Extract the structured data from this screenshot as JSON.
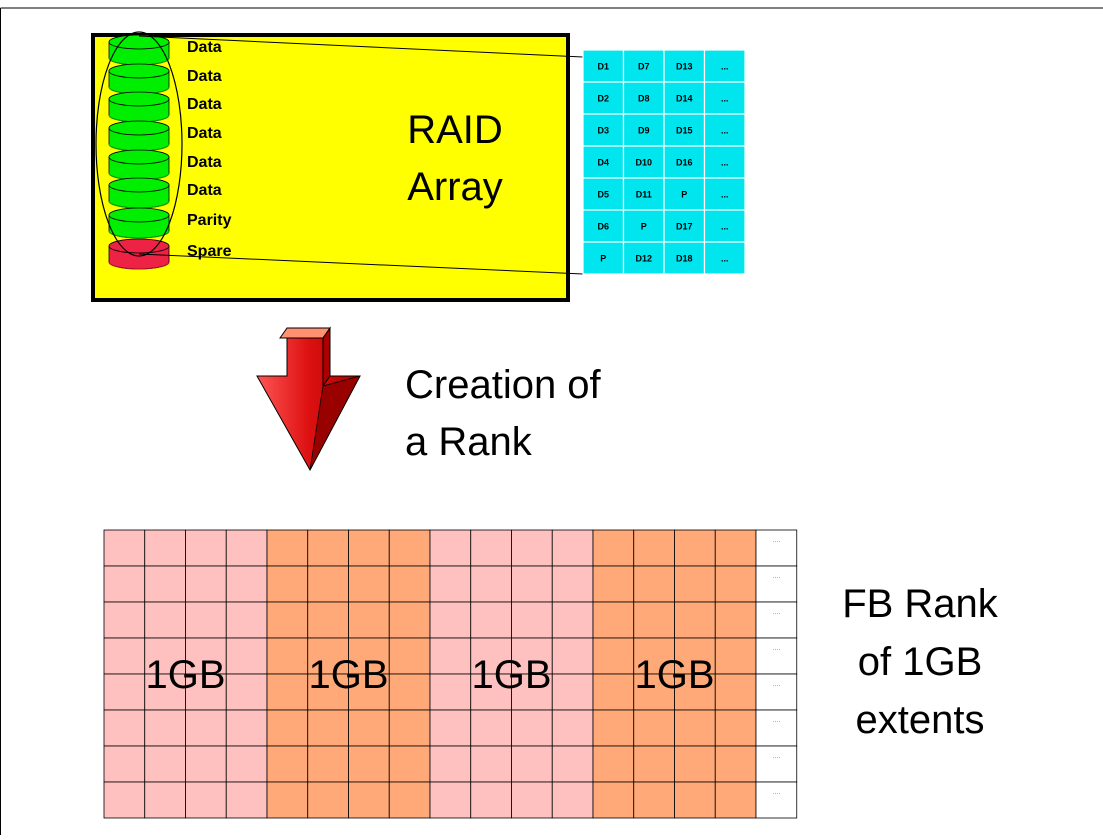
{
  "raid_array": {
    "label_line1": "RAID",
    "label_line2": "Array",
    "fill_color": "#ffff00",
    "disks": [
      {
        "label": "Data",
        "color": "#00ee00"
      },
      {
        "label": "Data",
        "color": "#00ee00"
      },
      {
        "label": "Data",
        "color": "#00ee00"
      },
      {
        "label": "Data",
        "color": "#00ee00"
      },
      {
        "label": "Data",
        "color": "#00ee00"
      },
      {
        "label": "Data",
        "color": "#00ee00"
      },
      {
        "label": "Parity",
        "color": "#00ee00"
      },
      {
        "label": "Spare",
        "color": "#ee2244"
      }
    ]
  },
  "stripe_table": {
    "fill_color": "#00e5ee",
    "rows": [
      [
        "D1",
        "D7",
        "D13",
        "..."
      ],
      [
        "D2",
        "D8",
        "D14",
        "..."
      ],
      [
        "D3",
        "D9",
        "D15",
        "..."
      ],
      [
        "D4",
        "D10",
        "D16",
        "..."
      ],
      [
        "D5",
        "D11",
        "P",
        "..."
      ],
      [
        "D6",
        "P",
        "D17",
        "..."
      ],
      [
        "P",
        "D12",
        "D18",
        "..."
      ]
    ]
  },
  "arrow": {
    "label_line1": "Creation of",
    "label_line2": "a Rank",
    "color": "#dd1111"
  },
  "rank": {
    "label_line1": "FB Rank",
    "label_line2": "of 1GB",
    "label_line3": "extents",
    "rows": 8,
    "cols_per_extent": 4,
    "overflow_marker": "....",
    "extents": [
      {
        "label": "1GB",
        "color": "#ffc0c0"
      },
      {
        "label": "1GB",
        "color": "#ffa878"
      },
      {
        "label": "1GB",
        "color": "#ffc0c0"
      },
      {
        "label": "1GB",
        "color": "#ffa878"
      }
    ]
  }
}
